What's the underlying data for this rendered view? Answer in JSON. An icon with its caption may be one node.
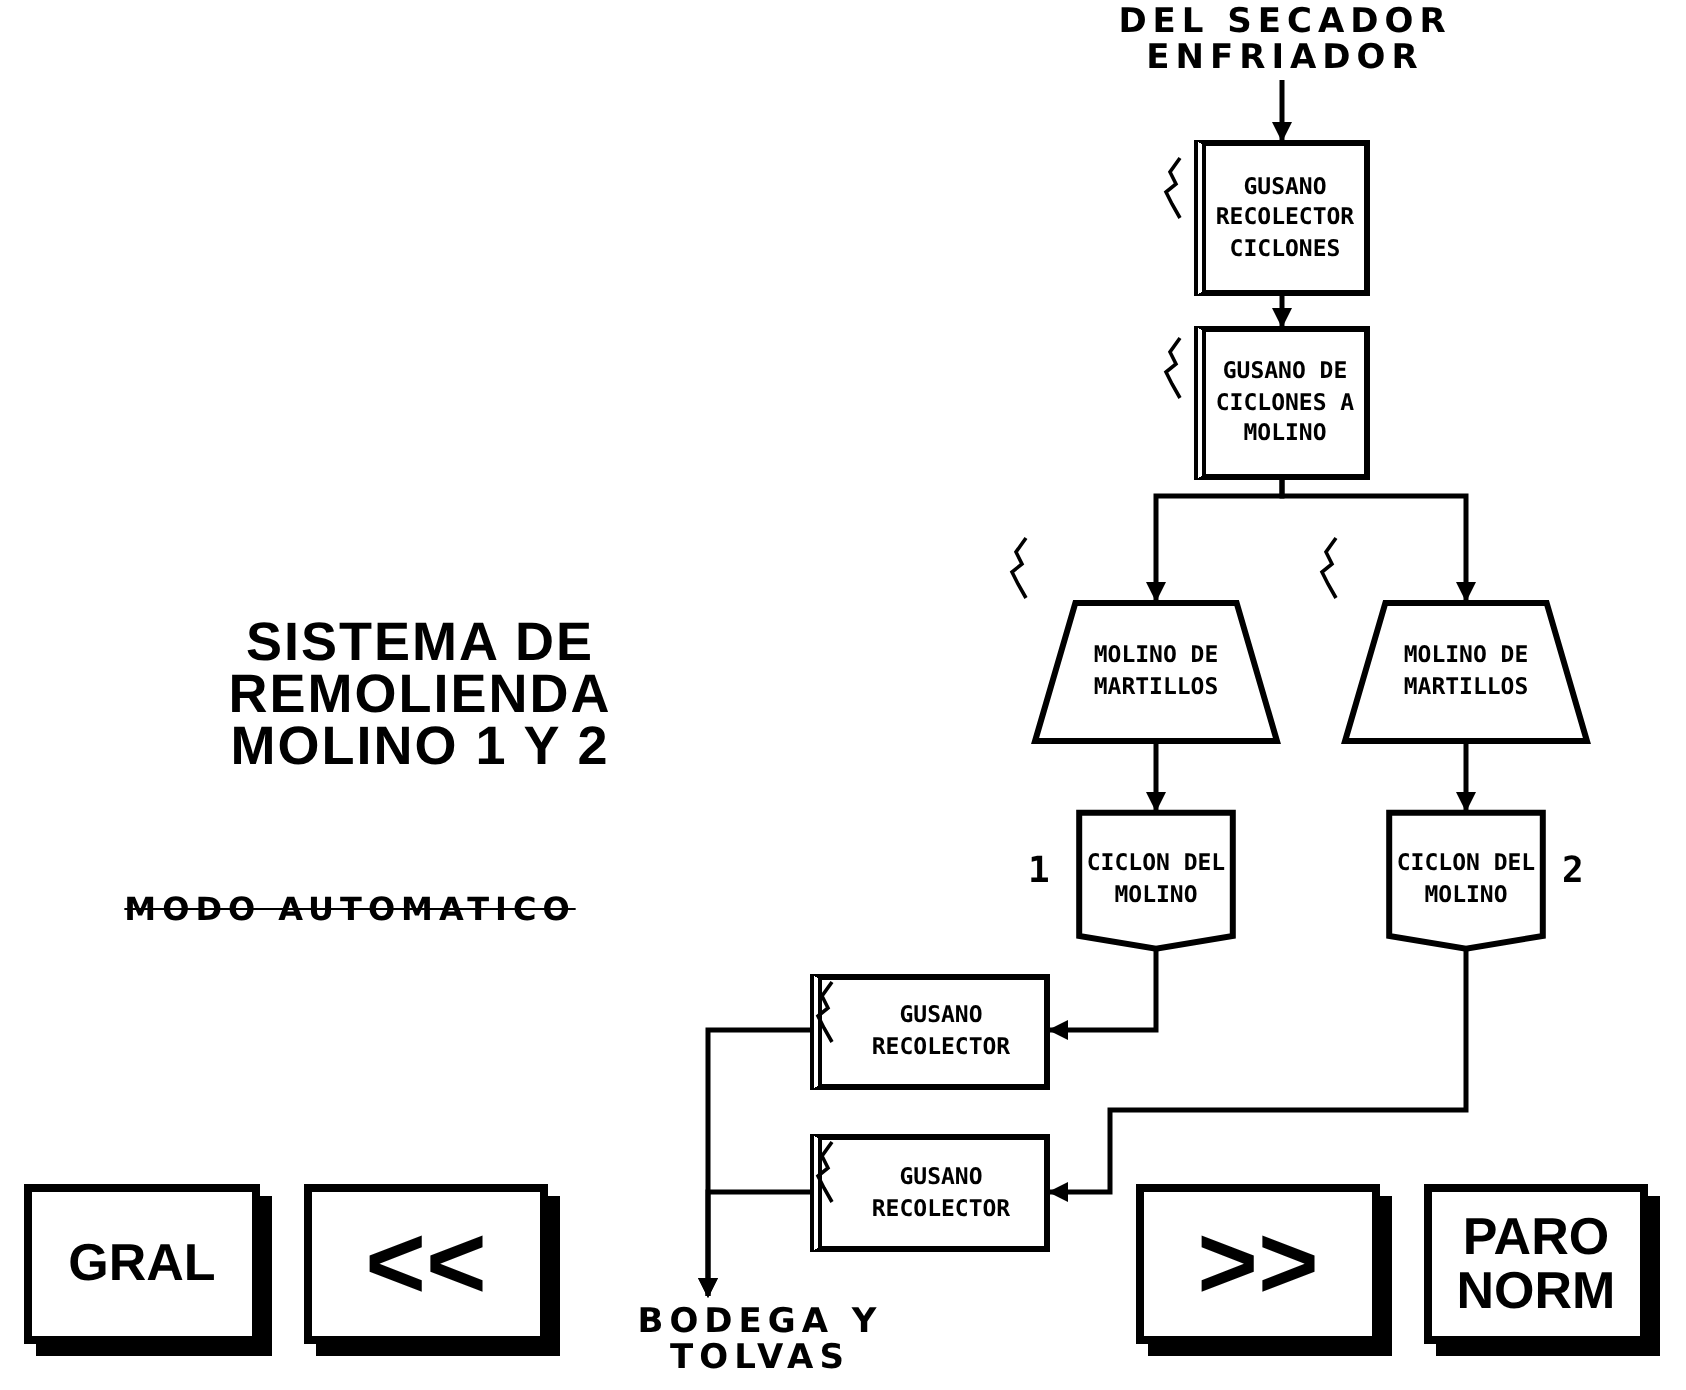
{
  "diagram": {
    "title": "SISTEMA DE REMOLIENDA MOLINO 1 Y 2",
    "nodes": [
      {
        "text": [
          "DEL SECADOR ENFRIADOR"
        ]
      },
      {
        "text": [
          "GUSANO RECOLECTOR CICLONES"
        ]
      },
      {
        "text": [
          "GUSANO DE CICLONES A MOLINO"
        ]
      },
      {
        "text": [
          "MOLINO DE MARTILLOS"
        ]
      },
      {
        "text": [
          "MOLINO DE MARTILLOS"
        ]
      },
      {
        "text": [
          "CICLON DEL MOLINO"
        ],
        "beside": [
          "1"
        ]
      },
      {
        "text": [
          "CICLON DEL MOLINO"
        ],
        "beside": [
          "2"
        ]
      },
      {
        "text": [
          "GUSANO RECOLECTOR"
        ]
      },
      {
        "text": [
          "GUSANO RECOLECTOR"
        ]
      },
      {
        "text": [
          "BODEGA Y TOLVAS"
        ]
      }
    ],
    "edges": [
      {
        "from": 0,
        "to": 1,
        "arrow": "to"
      },
      {
        "from": 1,
        "to": 2,
        "arrow": "to"
      },
      {
        "from": 2,
        "to": 3,
        "arrow": "to"
      },
      {
        "from": 2,
        "to": 4,
        "arrow": "to"
      },
      {
        "from": 3,
        "to": 5,
        "arrow": "to"
      },
      {
        "from": 4,
        "to": 6,
        "arrow": "to"
      },
      {
        "from": 5,
        "to": 7,
        "arrow": "to"
      },
      {
        "from": 6,
        "to": 8,
        "arrow": "to"
      },
      {
        "from": 7,
        "to": 9,
        "arrow": "to"
      },
      {
        "from": 8,
        "to": 9,
        "arrow": "to"
      }
    ],
    "labels": [
      "MODO AUTOMATICO",
      "GRAL",
      "<<",
      ">>",
      "PARO NORM"
    ]
  }
}
